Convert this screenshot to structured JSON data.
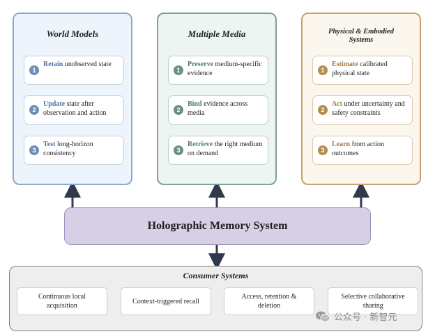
{
  "panels": [
    {
      "title": "World Models",
      "items": [
        {
          "num": "1",
          "keyword": "Retain",
          "rest": " unobserved state"
        },
        {
          "num": "2",
          "keyword": "Update",
          "rest": " state after observation and action"
        },
        {
          "num": "3",
          "keyword": "Test",
          "rest": " long-horizon consistency"
        }
      ]
    },
    {
      "title": "Multiple Media",
      "items": [
        {
          "num": "1",
          "keyword": "Preserve",
          "rest": " medium-specific evidence"
        },
        {
          "num": "2",
          "keyword": "Bind",
          "rest": " evidence across media"
        },
        {
          "num": "3",
          "keyword": "Retrieve",
          "rest": " the right medium on demand"
        }
      ]
    },
    {
      "title": "Physical & Embodied Systems",
      "items": [
        {
          "num": "1",
          "keyword": "Estimate",
          "rest": " calibrated physical state"
        },
        {
          "num": "2",
          "keyword": "Act",
          "rest": " under uncertainty and safety constraints"
        },
        {
          "num": "3",
          "keyword": "Learn",
          "rest": " from action outcomes"
        }
      ]
    }
  ],
  "hub": {
    "title": "Holographic Memory System"
  },
  "consumer": {
    "title": "Consumer Systems",
    "items": [
      "Continuous local acquisition",
      "Context-triggered recall",
      "Access, retention & deletion",
      "Selective collaborative sharing"
    ]
  },
  "watermark": {
    "text": "公众号 · 新智元",
    "icon": "wechat-icon"
  },
  "colors": {
    "world_models_accent": "#4f73a3",
    "multiple_media_accent": "#4d7a72",
    "physical_accent": "#a5773a",
    "hub_fill": "#d6cfe6",
    "arrow": "#2f3b4c"
  }
}
